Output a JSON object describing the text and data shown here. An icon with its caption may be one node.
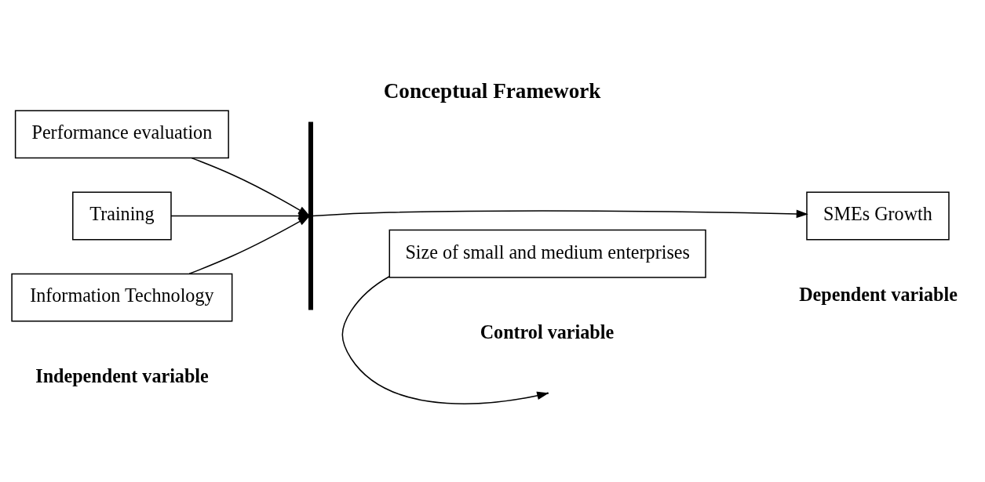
{
  "diagram": {
    "title": "Conceptual Framework",
    "nodes": [
      {
        "text": [
          "Performance evaluation"
        ]
      },
      {
        "text": [
          "Training"
        ]
      },
      {
        "text": [
          "Information Technology"
        ]
      },
      {
        "text": [],
        "shape": "bar"
      },
      {
        "text": [
          "SMEs Growth"
        ]
      },
      {
        "text": [
          "Size of small and medium enterprises"
        ]
      }
    ],
    "edges": [
      {
        "from": 0,
        "to": 3,
        "arrow": "to"
      },
      {
        "from": 1,
        "to": 3,
        "arrow": "to"
      },
      {
        "from": 2,
        "to": 3,
        "arrow": "to"
      },
      {
        "from": 3,
        "to": 4,
        "arrow": "to"
      },
      {
        "from": 5,
        "to": null,
        "arrow": "to"
      }
    ],
    "labels": [
      "Independent variable",
      "Control variable",
      "Dependent variable"
    ]
  }
}
